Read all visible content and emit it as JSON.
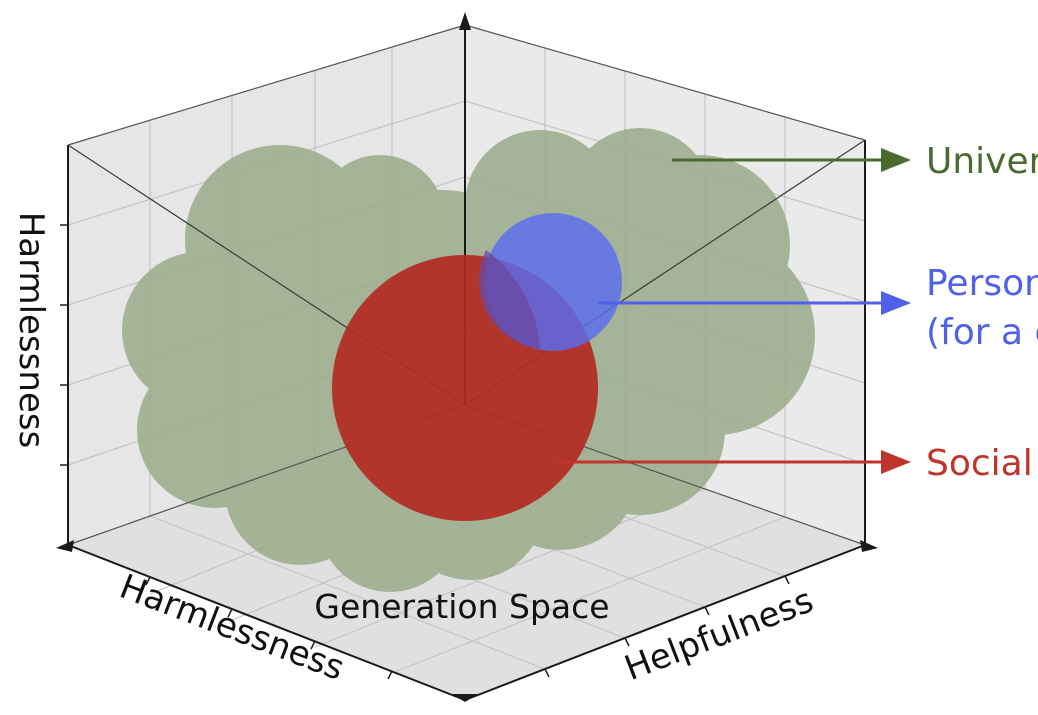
{
  "axes": {
    "vertical_label": "Harmlessness",
    "left_label": "Harmlessness",
    "right_label": "Helpfulness",
    "space_label": "Generation Space"
  },
  "callouts": {
    "universal": "Univer",
    "personal_line1": "Person",
    "personal_line2": "(for a c",
    "social": "Social"
  },
  "colors": {
    "universal": "#4a6b2e",
    "personal": "#5060e8",
    "social": "#c0342b",
    "cloud": "#9aab8a",
    "red_sphere": "#b32b22",
    "blue_sphere": "#5a6cf0"
  }
}
